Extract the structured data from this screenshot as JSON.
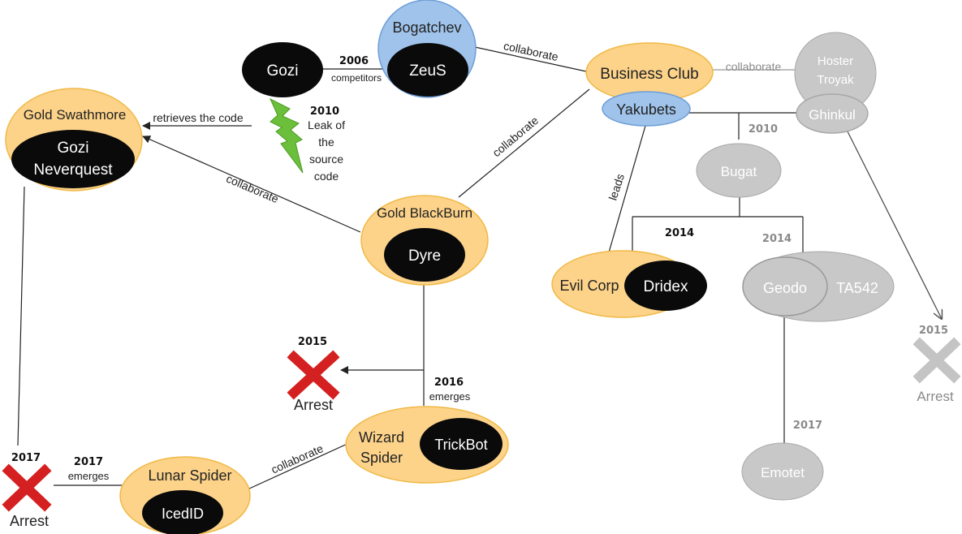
{
  "colors": {
    "orange_fill": "#fdd38a",
    "orange_stroke": "#f0b945",
    "blue_fill": "#9fc3ea",
    "blue_stroke": "#6d9ed8",
    "black": "#0a0a0a",
    "grey_fill": "#c8c8c8",
    "grey_stroke": "#a8a8a8",
    "grey_text": "#8a8a8a",
    "red": "#d42020",
    "lightning": "#6cbf3a"
  },
  "nodes": {
    "gozi": "Gozi",
    "bogatchev": "Bogatchev",
    "zeus": "ZeuS",
    "business_club": "Business Club",
    "yakubets": "Yakubets",
    "hoster_line1": "Hoster",
    "hoster_line2": "Troyak",
    "ghinkul": "Ghinkul",
    "gold_swathmore": "Gold Swathmore",
    "gozi_nq_line1": "Gozi",
    "gozi_nq_line2": "Neverquest",
    "gold_blackburn": "Gold BlackBurn",
    "dyre": "Dyre",
    "bugat": "Bugat",
    "evil_corp": "Evil Corp",
    "dridex": "Dridex",
    "geodo": "Geodo",
    "ta542": "TA542",
    "wizard_line1": "Wizard",
    "wizard_line2": "Spider",
    "trickbot": "TrickBot",
    "lunar_spider": "Lunar Spider",
    "icedid": "IcedID",
    "emotet": "Emotet"
  },
  "labels": {
    "year_2006": "2006",
    "competitors": "competitors",
    "collab_bogatchev_bc": "collaborate",
    "collab_bc_hoster": "collaborate",
    "collab_bc_blackburn": "collaborate",
    "collab_swathmore_blackburn": "collaborate",
    "collab_wizard_lunar": "collaborate",
    "retrieves": "retrieves the code",
    "year_2010_leak": "2010",
    "leak_line1": "Leak of",
    "leak_line2": "the",
    "leak_line3": "source",
    "leak_line4": "code",
    "year_2010_bugat": "2010",
    "leads": "leads",
    "year_2014_black": "2014",
    "year_2014_grey": "2014",
    "year_2015_center": "2015",
    "arrest_center": "Arrest",
    "year_2016": "2016",
    "emerges_wizard": "emerges",
    "year_2017_lunar": "2017",
    "emerges_lunar": "emerges",
    "year_2017_left": "2017",
    "arrest_left": "Arrest",
    "year_2015_right": "2015",
    "arrest_right": "Arrest",
    "year_2017_emotet": "2017"
  }
}
